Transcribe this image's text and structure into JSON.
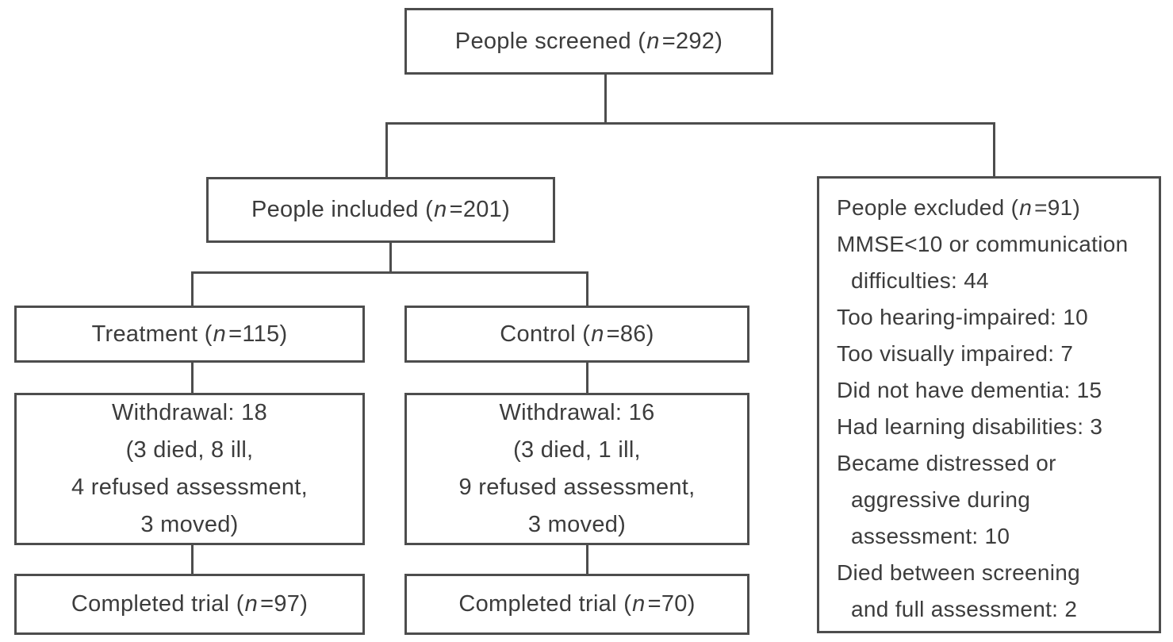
{
  "diagram": {
    "type": "trial-flowchart",
    "colors": {
      "line": "#4d4d4d",
      "text": "#3c3c3c",
      "background": "#ffffff"
    },
    "boxes": {
      "screened": {
        "prefix": "People screened (",
        "n": "n",
        "suffix": "=292)"
      },
      "included": {
        "prefix": "People included (",
        "n": "n",
        "suffix": "=201)"
      },
      "treatment": {
        "prefix": "Treatment (",
        "n": "n",
        "suffix": "=115)"
      },
      "control": {
        "prefix": "Control (",
        "n": "n",
        "suffix": "=86)"
      },
      "withdrawal_treatment": {
        "lines": [
          "Withdrawal: 18",
          "(3 died, 8 ill,",
          "4 refused assessment,",
          "3 moved)"
        ]
      },
      "withdrawal_control": {
        "lines": [
          "Withdrawal: 16",
          "(3 died, 1 ill,",
          "9 refused assessment,",
          "3 moved)"
        ]
      },
      "completed_treatment": {
        "prefix": "Completed trial (",
        "n": "n",
        "suffix": "=97)"
      },
      "completed_control": {
        "prefix": "Completed trial (",
        "n": "n",
        "suffix": "=70)"
      },
      "excluded": {
        "title": {
          "prefix": "People excluded (",
          "n": "n",
          "suffix": "=91)"
        },
        "items": [
          {
            "text": "MMSE<10 or communication"
          },
          {
            "text": "difficulties: 44"
          },
          {
            "text": "Too hearing-impaired: 10"
          },
          {
            "text": "Too visually impaired: 7"
          },
          {
            "text": "Did not have dementia: 15"
          },
          {
            "text": "Had learning disabilities: 3"
          },
          {
            "text": "Became distressed or"
          },
          {
            "text": "aggressive during"
          },
          {
            "text": "assessment: 10"
          },
          {
            "text": "Died between screening"
          },
          {
            "text": "and full assessment: 2"
          }
        ]
      }
    }
  }
}
